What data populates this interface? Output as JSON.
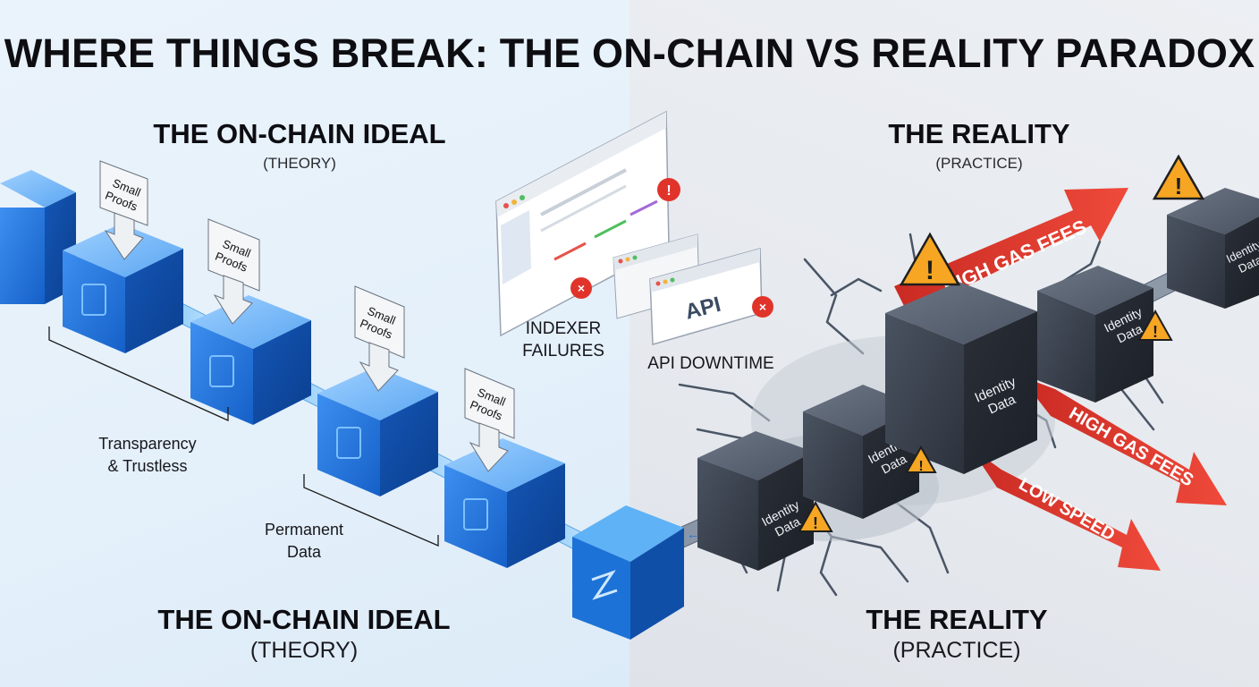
{
  "title": "WHERE THINGS BREAK: THE ON-CHAIN VS REALITY PARADOX",
  "left": {
    "heading": "THE ON-CHAIN IDEAL",
    "subheading": "(THEORY)",
    "heading_bottom": "THE ON-CHAIN IDEAL",
    "subheading_bottom": "(THEORY)",
    "proof_label": [
      "Small",
      "Proofs"
    ],
    "annotation_transparency": [
      "Transparency",
      "& Trustless"
    ],
    "annotation_permanent": [
      "Permanent",
      "Data"
    ]
  },
  "right": {
    "heading": "THE REALITY",
    "subheading": "(PRACTICE)",
    "heading_bottom": "THE REALITY",
    "subheading_bottom": "(PRACTICE)",
    "block_label": [
      "Identity",
      "Data"
    ],
    "arrow_gas": "HIGH GAS FEES",
    "arrow_speed": "LOW SPEED"
  },
  "middle": {
    "indexer_label": [
      "INDEXER",
      "FAILURES"
    ],
    "api_label": "API DOWNTIME",
    "api_window_text": "API"
  },
  "colors": {
    "blue_block": "#1e73d8",
    "dark_block": "#3b4350",
    "red_arrow": "#e23a2f",
    "warning": "#f6a623"
  }
}
